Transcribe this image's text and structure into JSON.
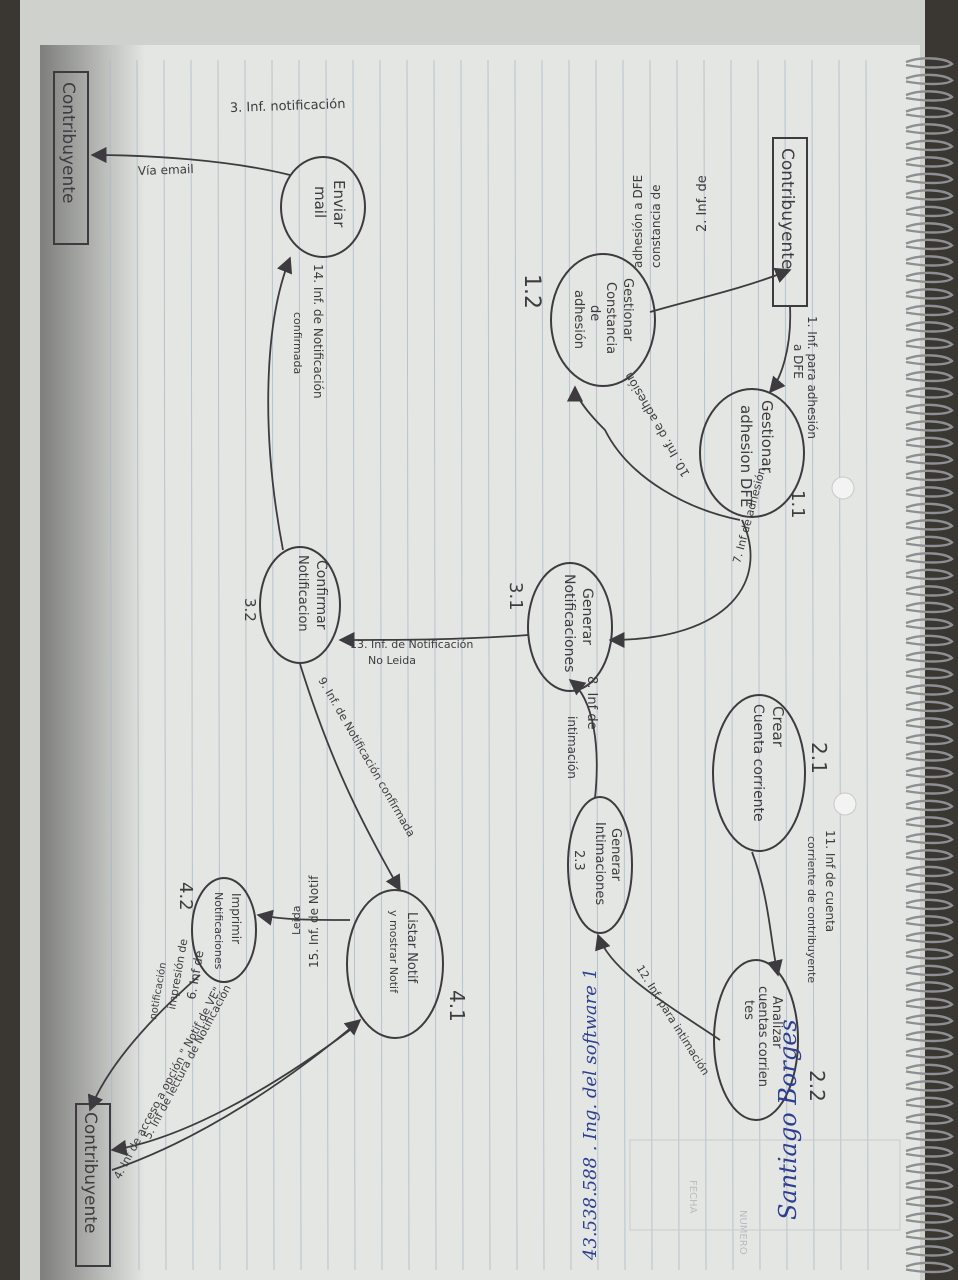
{
  "external_entities": {
    "contribuyente_top": "Contribuyente",
    "contribuyente_left": "Contribuyente",
    "contribuyente_bottom": "Contribuyente"
  },
  "processes": {
    "p1_1": {
      "number": "1.1",
      "lines": [
        "Gestionar",
        "adhesion DFE"
      ]
    },
    "p1_2": {
      "number": "1.2",
      "lines": [
        "Gestionar",
        "Constancia",
        "de",
        "adhesión"
      ]
    },
    "p2_1": {
      "number": "2.1",
      "lines": [
        "Crear",
        "Cuenta corriente"
      ]
    },
    "p2_2": {
      "number": "2.2",
      "lines": [
        "Analizar",
        "cuentas corrien",
        "tes"
      ]
    },
    "p2_3": {
      "number": "2.3",
      "lines": [
        "Generar",
        "Intimaciones"
      ]
    },
    "p3_1": {
      "number": "3.1",
      "lines": [
        "Generar",
        "Notificaciones"
      ]
    },
    "p3_2": {
      "number": "3.2",
      "lines": [
        "Confirmar",
        "Notificacion"
      ]
    },
    "p4_1": {
      "number": "4.1",
      "lines": [
        "Listar Notif",
        "y mostrar Notif"
      ]
    },
    "p4_2": {
      "number": "4.2",
      "lines": [
        "Imprimir",
        "Notificaciones"
      ]
    },
    "enviar_mail": {
      "lines": [
        "Enviar",
        "mail"
      ]
    }
  },
  "flows": {
    "f1": [
      "1. Inf. para adhesión",
      "a DFE"
    ],
    "f2": [
      "2. Inf. de",
      "constancia de",
      "adhesión a DFE"
    ],
    "f3": [
      "3. Inf. notificación",
      "Vía email"
    ],
    "f4": [
      "4. Inf de acceso a opción \" Notif de VE\""
    ],
    "f5": [
      "5. Inf de lectura de Notificación"
    ],
    "f6": [
      "6. Inf de",
      "impresión de",
      "notificación"
    ],
    "f7": [
      "7. Inf de adhesión"
    ],
    "f8": [
      "8. Inf de",
      "intimación"
    ],
    "f9": [
      "9. Inf. de Notificación confirmada"
    ],
    "f10": [
      "10. Inf. de adhesión"
    ],
    "f11": [
      "11. Inf de cuenta",
      "corriente de contribuyente"
    ],
    "f12": [
      "12. Inf. para intimación"
    ],
    "f13": [
      "13. Inf. de Notificación",
      "No Leida"
    ],
    "f14": [
      "14. Inf. de Notificación",
      "confirmada"
    ],
    "f15": [
      "15. Inf. de Notif",
      "Leida"
    ]
  },
  "author": {
    "name": "Santiago Borges",
    "line": "43.538.588 . Ing. del software 1"
  },
  "header_labels": {
    "fecha": "FECHA",
    "numero": "NUMERO"
  },
  "colors": {
    "paper": "#e4e6e3",
    "ink": "#3d3b3f",
    "pen_blue": "#2f3f8f",
    "rule": "#a9b7c6"
  }
}
